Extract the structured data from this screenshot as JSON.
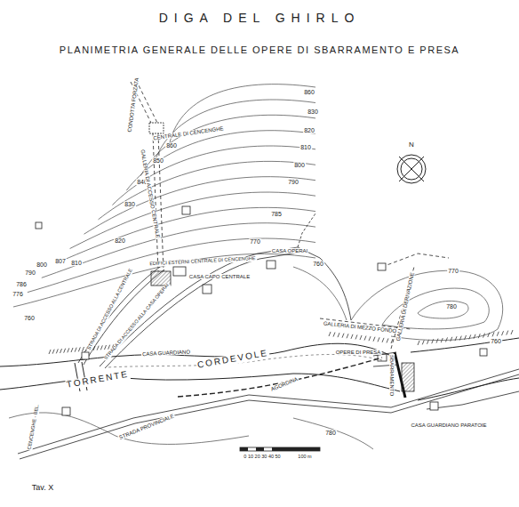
{
  "diagram": {
    "title": "DIGA DEL GHIRLO",
    "labels": [
      "PLANIMETRIA GENERALE DELLE OPERE DI SBARRAMENTO E PRESA",
      "860",
      "830",
      "820",
      "810",
      "800",
      "790",
      "785",
      "770",
      "760",
      "860",
      "850",
      "840",
      "830",
      "820",
      "810",
      "807",
      "800",
      "790",
      "786",
      "776",
      "760",
      "770",
      "780",
      "760",
      "780",
      "CONDOTTA FORZATA",
      "CENTRALE DI CENCENGHE",
      "GALLERIA DI ACCESSO CENTRALE",
      "EDIFICI ESTERNI CENTRALE DI CENCENGHE",
      "CASA OPERAI",
      "CASA CAPO CENTRALE",
      "STRADA DI ACCESSO ALLA CENTRALE",
      "STRADA DI ACCESSO ALLA CASA OPERAI",
      "CASA GUARDIANO",
      "TORRENTE",
      "CORDEVOLE",
      "AGORDINA",
      "STRADA PROVINCIALE",
      "CENCENGHE - BEL.",
      "GALLERIA DI MEZZO FONDO",
      "GALLERIA DI DERIVAZIONE",
      "OPERE DI PRESA",
      "SBARRAMENTO",
      "CASA GUARDIANO PARATOIE",
      "N",
      "0 10 20 30 40 50",
      "100 m",
      "Tav. X"
    ]
  }
}
